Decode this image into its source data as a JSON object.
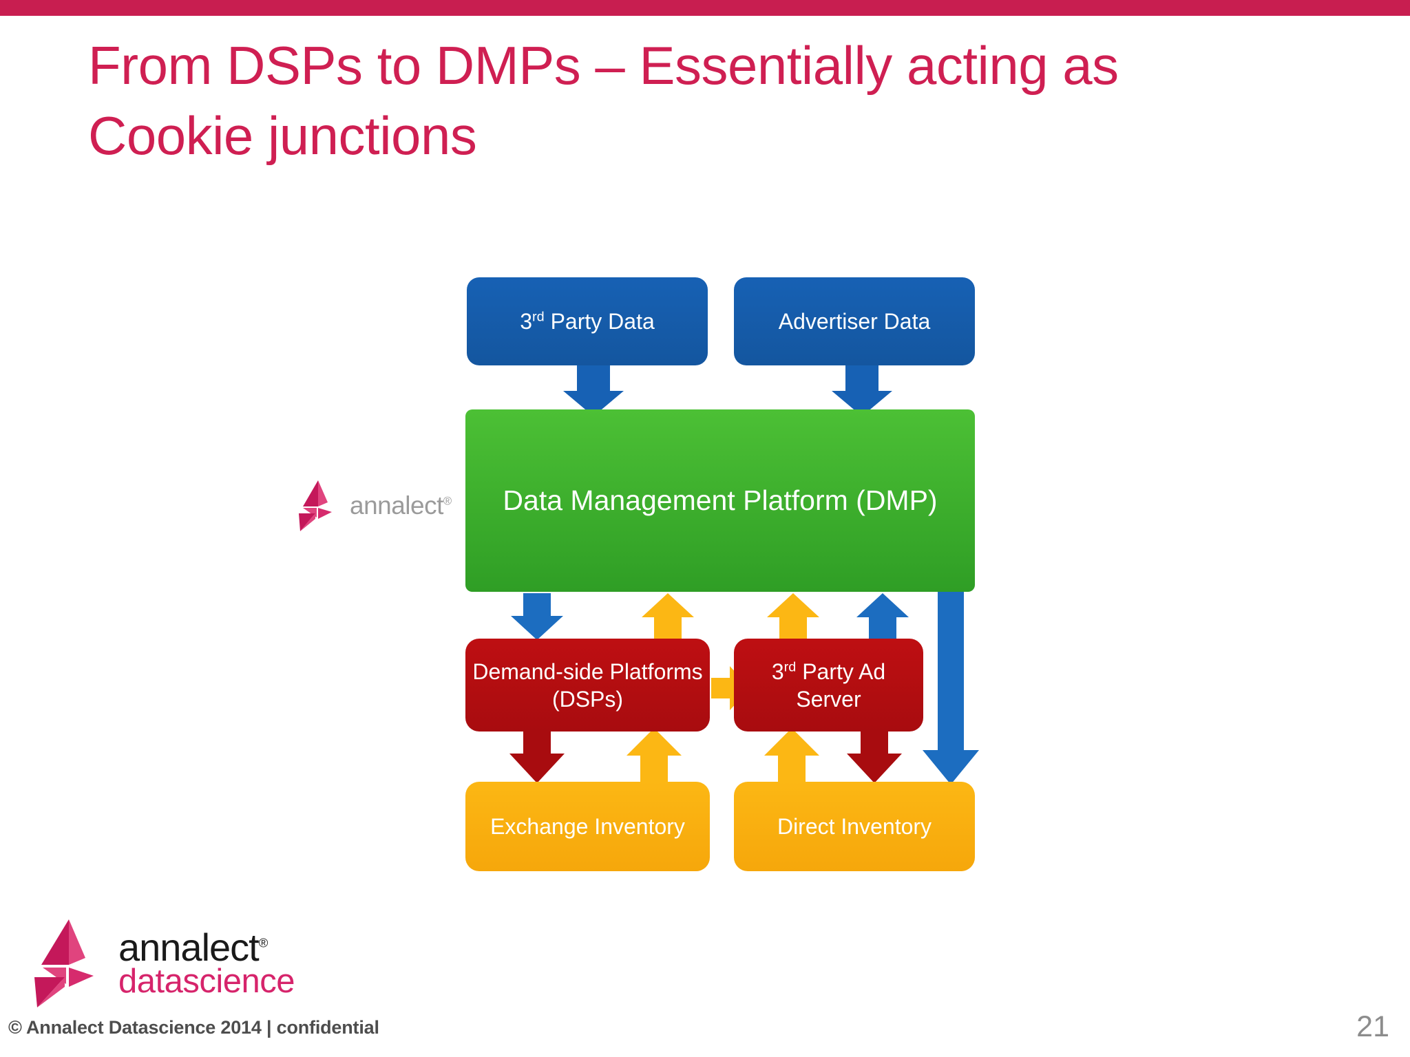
{
  "slide": {
    "accent_color": "#c81e50",
    "title_color": "#cf1f52",
    "title_line1": "From DSPs to DMPs – Essentially acting as",
    "title_line2": "Cookie junctions",
    "page_number": "21",
    "copyright": "© Annalect Datascience 2014 | confidential"
  },
  "brand": {
    "name": "annalect",
    "registered": "®",
    "tagline": "datascience",
    "mark_color": "#d6246b",
    "wordmark_color_inline": "#9b9b9b",
    "wordmark_color_footer": "#1a1a1a",
    "tagline_color": "#d6246b"
  },
  "diagram": {
    "type": "flow",
    "nodes": [
      {
        "id": "third-party-data",
        "label_pre": "3",
        "label_sup": "rd",
        "label_post": " Party Data",
        "color": "#1761b4",
        "tier": "data-source"
      },
      {
        "id": "advertiser-data",
        "label_pre": "",
        "label_sup": "",
        "label_post": "Advertiser Data",
        "color": "#1761b4",
        "tier": "data-source"
      },
      {
        "id": "dmp",
        "label_pre": "",
        "label_sup": "",
        "label_post": "Data Management Platform (DMP)",
        "color": "#3fb62d",
        "tier": "platform"
      },
      {
        "id": "dsp",
        "label_pre": "",
        "label_sup": "",
        "label_post": "Demand-side Platforms\n(DSPs)",
        "color": "#be0f12",
        "tier": "buying"
      },
      {
        "id": "third-party-ad-server",
        "label_pre": "3",
        "label_sup": "rd",
        "label_post": " Party Ad\nServer",
        "color": "#be0f12",
        "tier": "buying"
      },
      {
        "id": "exchange-inventory",
        "label_pre": "",
        "label_sup": "",
        "label_post": "Exchange Inventory",
        "color": "#fcb714",
        "tier": "inventory"
      },
      {
        "id": "direct-inventory",
        "label_pre": "",
        "label_sup": "",
        "label_post": "Direct Inventory",
        "color": "#fcb714",
        "tier": "inventory"
      }
    ],
    "node_text": {
      "third_party_data_num": "3",
      "third_party_data_sup": "rd",
      "third_party_data_rest": " Party Data",
      "advertiser_data": "Advertiser Data",
      "dmp": "Data Management Platform (DMP)",
      "dsp_line1": "Demand-side Platforms",
      "dsp_line2": "(DSPs)",
      "ad_server_num": "3",
      "ad_server_sup": "rd",
      "ad_server_rest": " Party Ad",
      "ad_server_line2": "Server",
      "exchange_inventory": "Exchange Inventory",
      "direct_inventory": "Direct Inventory"
    },
    "edges": [
      {
        "from": "third-party-data",
        "to": "dmp",
        "color": "#1761b4",
        "direction": "down"
      },
      {
        "from": "advertiser-data",
        "to": "dmp",
        "color": "#1761b4",
        "direction": "down"
      },
      {
        "from": "dmp",
        "to": "dsp",
        "color": "#1761b4",
        "direction": "down"
      },
      {
        "from": "dsp",
        "to": "dmp",
        "color": "#fcb714",
        "direction": "up"
      },
      {
        "from": "third-party-ad-server",
        "to": "dmp",
        "color": "#fcb714",
        "direction": "up"
      },
      {
        "from": "third-party-ad-server",
        "to": "dmp",
        "color": "#1761b4",
        "direction": "up"
      },
      {
        "from": "dmp",
        "to": "direct-inventory",
        "color": "#1761b4",
        "direction": "down"
      },
      {
        "from": "dsp",
        "to": "third-party-ad-server",
        "color": "#fcb714",
        "direction": "right"
      },
      {
        "from": "dsp",
        "to": "exchange-inventory",
        "color": "#a80c0f",
        "direction": "down"
      },
      {
        "from": "exchange-inventory",
        "to": "dsp",
        "color": "#fcb714",
        "direction": "up"
      },
      {
        "from": "direct-inventory",
        "to": "third-party-ad-server",
        "color": "#fcb714",
        "direction": "up"
      },
      {
        "from": "third-party-ad-server",
        "to": "direct-inventory",
        "color": "#a80c0f",
        "direction": "down"
      }
    ]
  }
}
